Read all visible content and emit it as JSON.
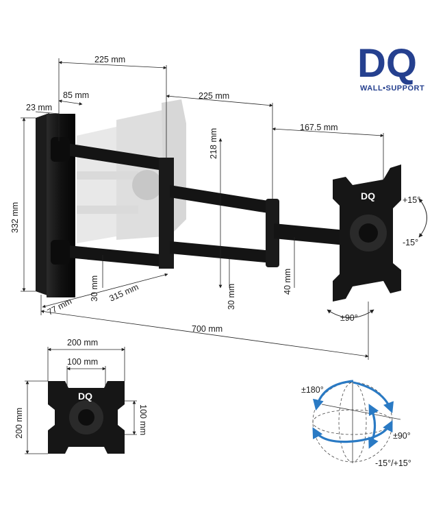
{
  "logo": {
    "mark": "DQ",
    "tagline": "WALL•SUPPORT",
    "color": "#25408f"
  },
  "plate_logo": "DQ",
  "arm_dimensions": {
    "arm1_length": "225 mm",
    "arm2_length": "225 mm",
    "offset_85": "85 mm",
    "wall_plate_depth": "23 mm",
    "head_length": "167.5 mm",
    "wall_plate_height": "332 mm",
    "arm_spacing": "218 mm",
    "front_depth": "77 mm",
    "arm1_thickness": "30 mm",
    "wall_span": "315 mm",
    "arm2_thickness": "30 mm",
    "head_thickness": "40 mm",
    "total_extension": "700 mm"
  },
  "rotation": {
    "tilt_up": "+15°",
    "tilt_down": "-15°",
    "rotate": "±90°"
  },
  "vesa": {
    "outer_width": "200 mm",
    "inner_width": "100 mm",
    "outer_height": "200 mm",
    "inner_height": "100 mm"
  },
  "movement": {
    "swivel": "±180°",
    "rotate": "±90°",
    "tilt": "-15°/+15°",
    "arrow_color": "#2a7ac4"
  }
}
